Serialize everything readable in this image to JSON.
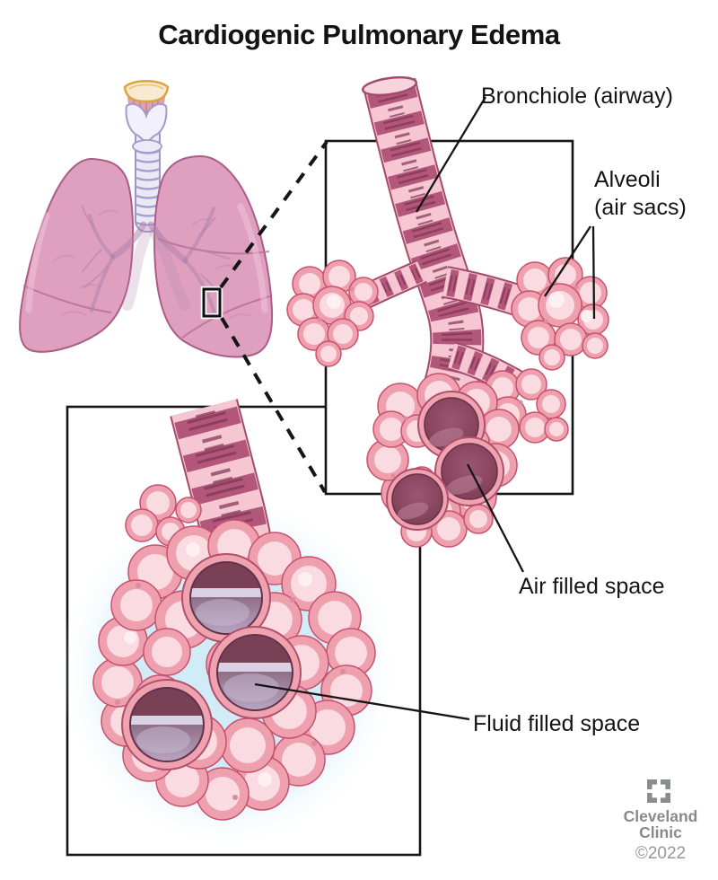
{
  "title": "Cardiogenic Pulmonary Edema",
  "labels": {
    "bronchiole": "Bronchiole (airway)",
    "alveoli_line1": "Alveoli",
    "alveoli_line2": "(air sacs)",
    "air_filled": "Air filled space",
    "fluid_filled": "Fluid filled space"
  },
  "credit": {
    "org_line1": "Cleveland",
    "org_line2": "Clinic",
    "year": "©2022"
  },
  "icons": {
    "logo": "cleveland-clinic-logo-icon",
    "zoom_marker": "zoom-region-marker",
    "connectors": "zoom-connector-dashed-lines"
  },
  "colors": {
    "background": "#ffffff",
    "text": "#141414",
    "box_stroke": "#151515",
    "lung_pink": "#dfa0bf",
    "lung_outline": "#ab5c87",
    "bronchiole_light": "#f6c6d2",
    "bronchiole_band": "#b2577a",
    "alveoli_wall": "#efa0af",
    "alveoli_cell": "#f9dbe1",
    "air_space_dark": "#8d4963",
    "fluid_purple": "#a78fb0",
    "fluid_surface_band": "#d9d2e5",
    "edema_glow_blue": "#cdeaf6",
    "logo_gray": "#87898c"
  }
}
